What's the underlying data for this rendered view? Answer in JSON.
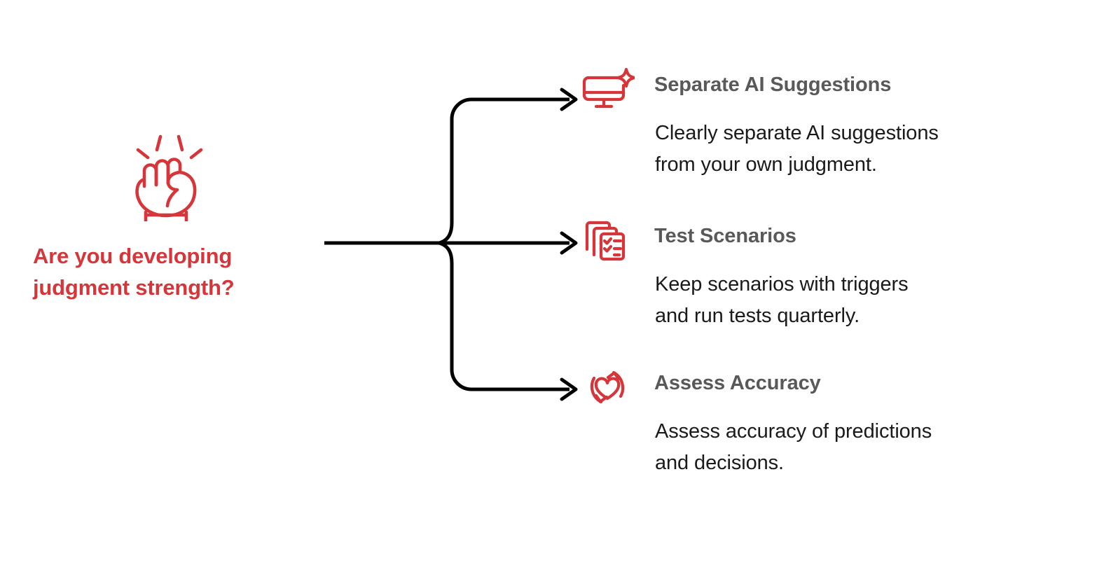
{
  "diagram": {
    "type": "process-branch",
    "title": "Are you developing judgment strength?",
    "accent_color": "#D6363A",
    "heading_color": "#58595B",
    "body_color": "#1A1A1A",
    "connector_color": "#000000",
    "background_color": "#FFFFFF"
  },
  "question": {
    "icon": "raised-fist-icon",
    "line1": "Are you developing",
    "line2": "judgment strength?"
  },
  "branches": [
    {
      "icon": "monitor-sparkle-icon",
      "title": "Separate AI Suggestions",
      "desc_line1": "Clearly separate AI suggestions",
      "desc_line2": "from your own judgment."
    },
    {
      "icon": "checklist-documents-icon",
      "title": "Test Scenarios",
      "desc_line1": "Keep scenarios with triggers",
      "desc_line2": "and run tests quarterly."
    },
    {
      "icon": "heart-refresh-icon",
      "title": "Assess Accuracy",
      "desc_line1": "Assess accuracy of predictions",
      "desc_line2": "and decisions."
    }
  ]
}
